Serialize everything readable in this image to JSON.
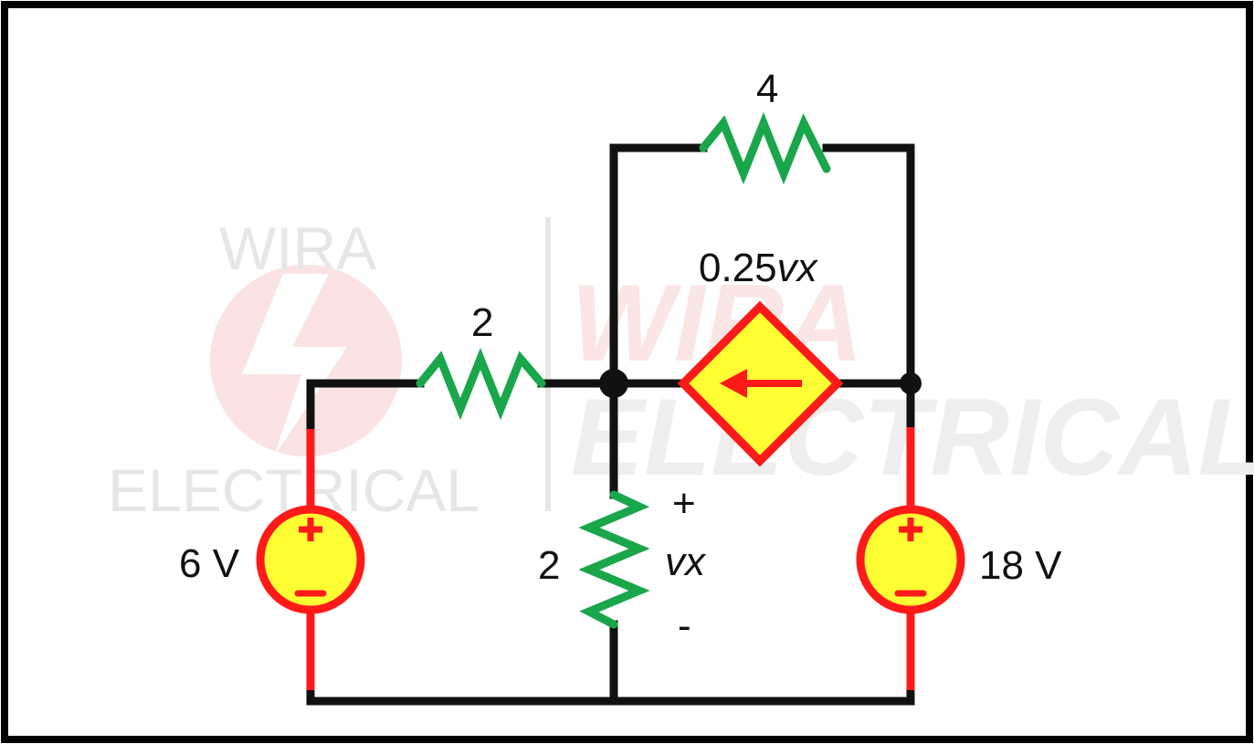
{
  "watermark": {
    "small_top": "WIRA",
    "small_bottom": "ELECTRICAL",
    "big_top": "WIRA",
    "big_bottom": "ELECTRICAL",
    "color": "#e9e9e9",
    "logo_color": "#fbe3e3"
  },
  "labels": {
    "r_top": "4",
    "r_left": "2",
    "r_mid": "2",
    "dep_source_coef": "0.25",
    "dep_source_var": "vx",
    "vx_plus": "+",
    "vx_var": "vx",
    "vx_minus": "-",
    "src_left": "6 V",
    "src_right": "18 V"
  },
  "colors": {
    "wire": "#111111",
    "resistor": "#1aa64b",
    "source_stroke": "#ff1a1a",
    "source_fill": "#ffff33",
    "border": "#000000"
  }
}
